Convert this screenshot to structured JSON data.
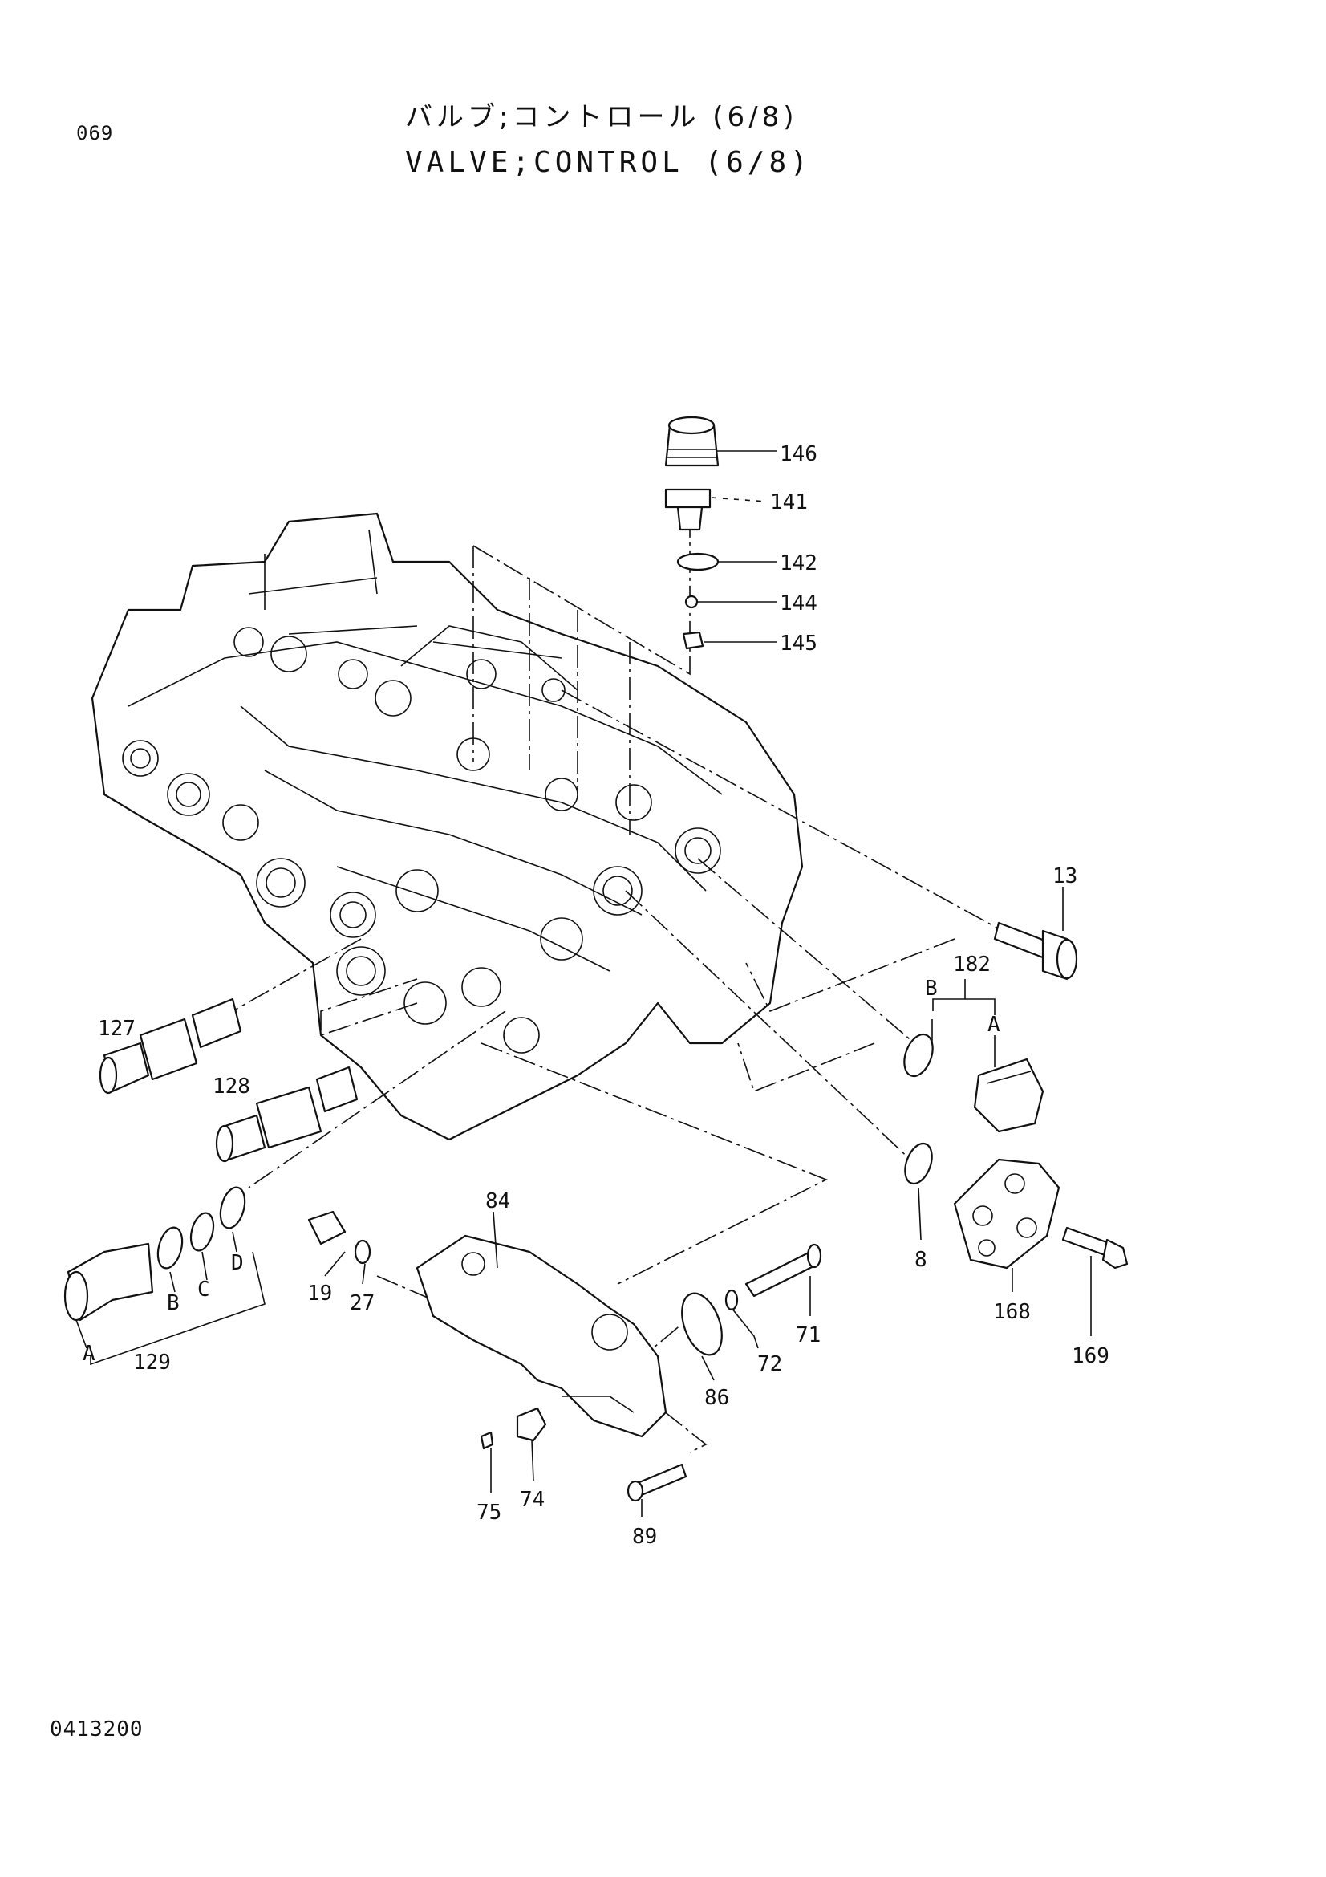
{
  "header": {
    "page_number": "069",
    "title_jp": "バルブ;コントロール (6/8)",
    "title_en": "VALVE;CONTROL (6/8)"
  },
  "footer": {
    "doc_code": "0413200"
  },
  "parts": [
    {
      "id": "146"
    },
    {
      "id": "141"
    },
    {
      "id": "142"
    },
    {
      "id": "144"
    },
    {
      "id": "145"
    },
    {
      "id": "13"
    },
    {
      "id": "182"
    },
    {
      "id": "B"
    },
    {
      "id": "A"
    },
    {
      "id": "127"
    },
    {
      "id": "128"
    },
    {
      "id": "84"
    },
    {
      "id": "8"
    },
    {
      "id": "168"
    },
    {
      "id": "169"
    },
    {
      "id": "19"
    },
    {
      "id": "27"
    },
    {
      "id": "71"
    },
    {
      "id": "72"
    },
    {
      "id": "86"
    },
    {
      "id": "A"
    },
    {
      "id": "B"
    },
    {
      "id": "C"
    },
    {
      "id": "D"
    },
    {
      "id": "129"
    },
    {
      "id": "75"
    },
    {
      "id": "74"
    },
    {
      "id": "89"
    }
  ]
}
